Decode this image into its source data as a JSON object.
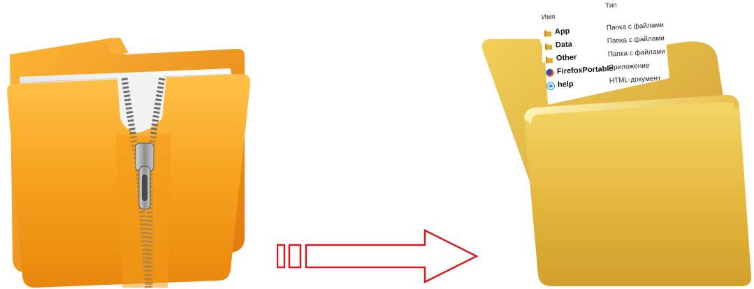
{
  "listing": {
    "header_name": "Имя",
    "header_type": "Тип",
    "rows": [
      {
        "name": "App",
        "type": "Папка с файлами",
        "icon": "folder-icon"
      },
      {
        "name": "Data",
        "type": "Папка с файлами",
        "icon": "folder-icon"
      },
      {
        "name": "Other",
        "type": "Папка с файлами",
        "icon": "folder-icon"
      },
      {
        "name": "FirefoxPortable",
        "type": "Приложение",
        "icon": "firefox-icon"
      },
      {
        "name": "help",
        "type": "HTML-документ",
        "icon": "html-document-icon"
      }
    ]
  },
  "colors": {
    "folder_orange": "#f5a21a",
    "folder_yellow": "#e8c04a",
    "arrow_red": "#e0141c",
    "zipper_gray": "#8a8a8a"
  }
}
